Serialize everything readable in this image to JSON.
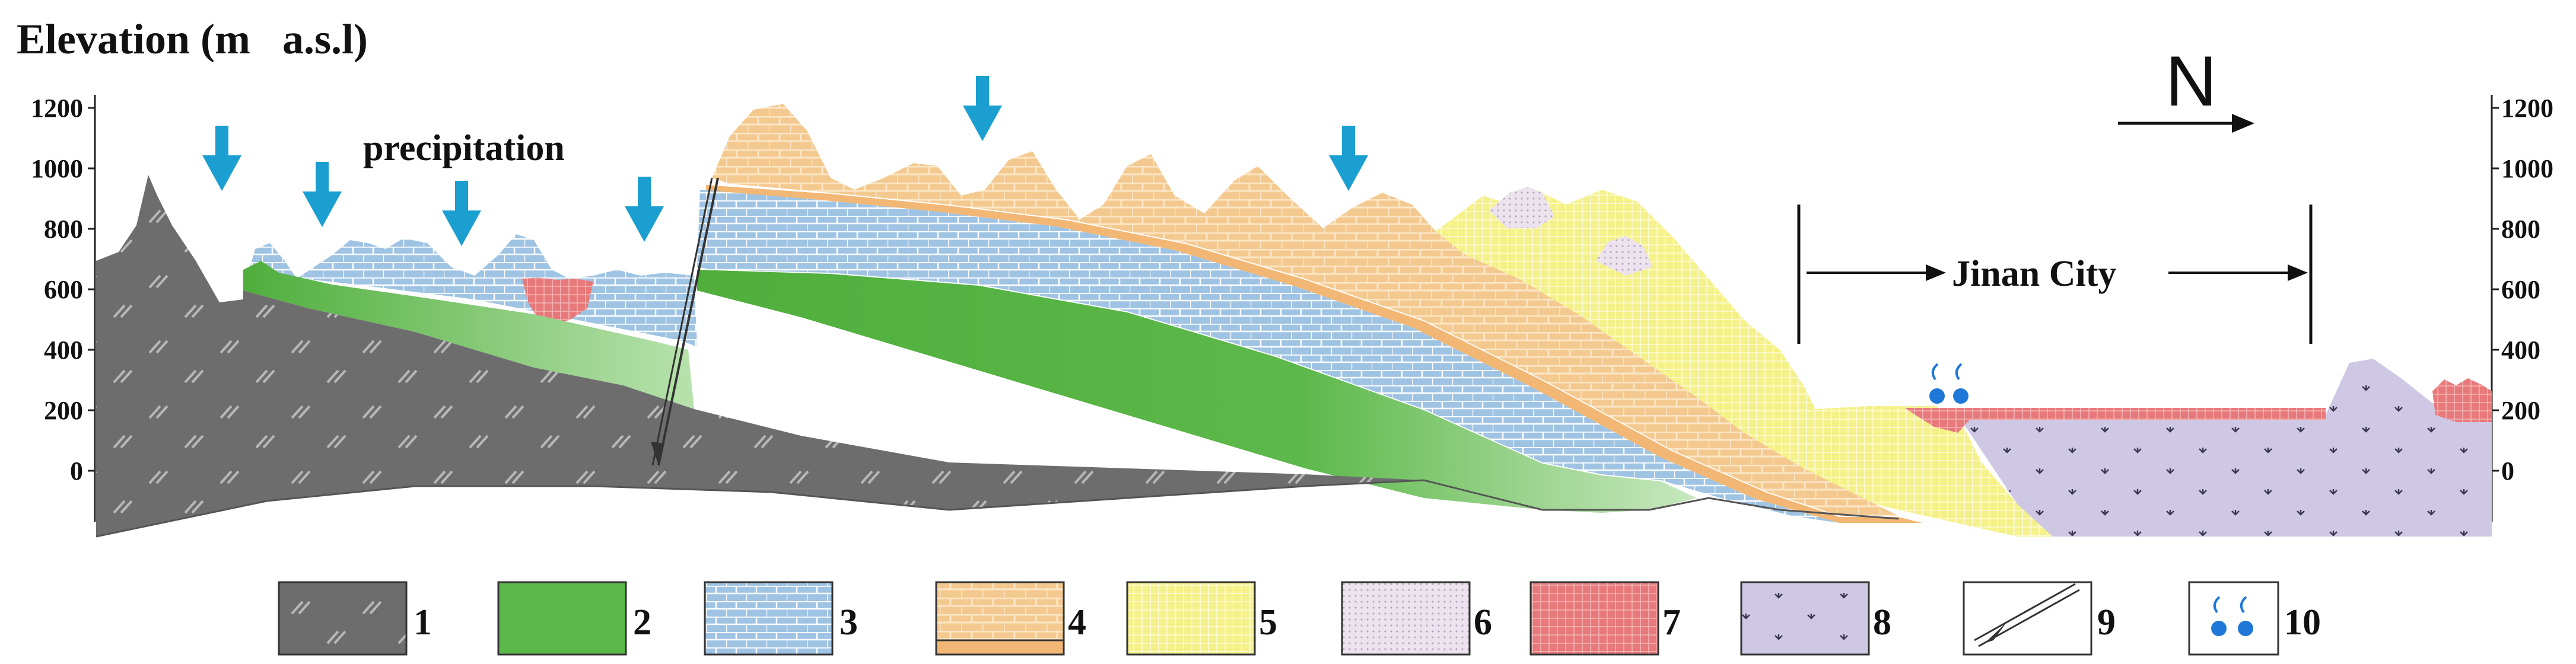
{
  "title": "Elevation (m   a.s.l)",
  "precipitation_label": "precipitation",
  "north_label": "N",
  "city_label": "Jinan City",
  "y_ticks_left": [
    "1200",
    "1000",
    "800",
    "600",
    "400",
    "200",
    "0"
  ],
  "y_ticks_right": [
    "1200",
    "1000",
    "800",
    "600",
    "400",
    "200",
    "0"
  ],
  "legend": [
    {
      "num": "1",
      "color": "#6d6d6d"
    },
    {
      "num": "2",
      "color": "#5cb84a"
    },
    {
      "num": "3",
      "color": "#9fc3e3"
    },
    {
      "num": "4",
      "color": "#f4c98f"
    },
    {
      "num": "5",
      "color": "#f5f18a"
    },
    {
      "num": "6",
      "color": "#ece3ee"
    },
    {
      "num": "7",
      "color": "#e8797a"
    },
    {
      "num": "8",
      "color": "#cfc8e4"
    },
    {
      "num": "9",
      "color": "#ffffff"
    },
    {
      "num": "10",
      "color": "#1f78d8"
    }
  ],
  "colors": {
    "precipitation_arrow": "#1a9fd0",
    "spring": "#1f78d8"
  }
}
